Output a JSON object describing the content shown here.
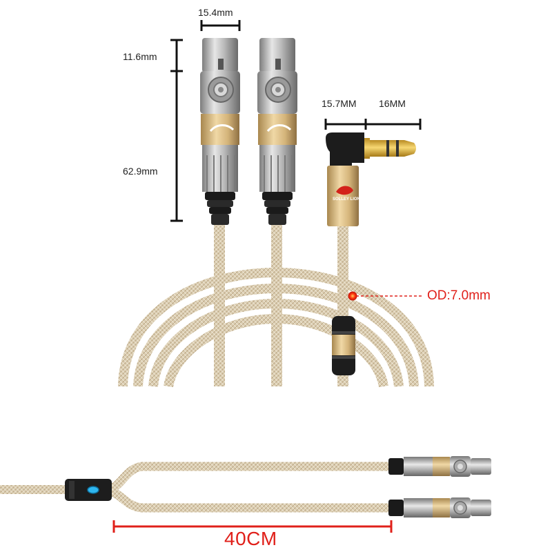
{
  "dimensions": {
    "xlr_width": "15.4mm",
    "xlr_head_length": "11.6mm",
    "xlr_body_length": "62.9mm",
    "trs_head": "15.7MM",
    "trs_plug": "16MM",
    "outer_diameter": "OD:7.0mm",
    "split_length": "40CM"
  },
  "brand": {
    "logo_text": "SOLLEY LION"
  },
  "colors": {
    "dimension_line": "#111111",
    "accent_red": "#e0201a",
    "cable_gold": "#d8c8a8",
    "connector_gold": "#d9b77a",
    "connector_silver": "#b8b8b8",
    "plug_gold": "#e4b84a"
  }
}
